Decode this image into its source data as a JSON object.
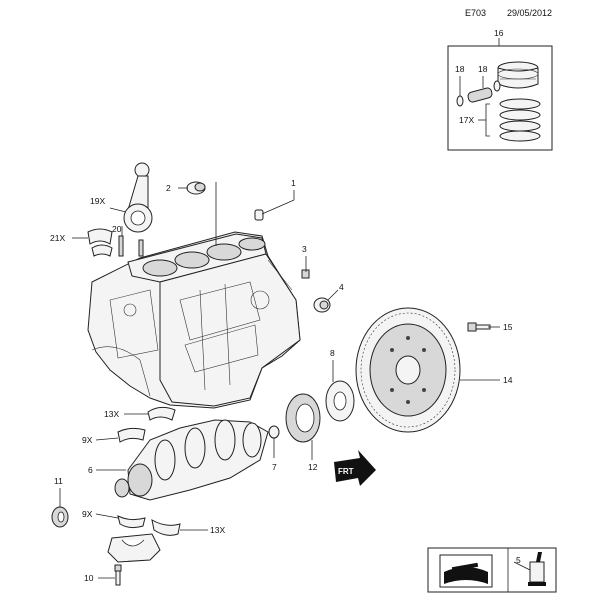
{
  "header": {
    "code": "E703",
    "date": "29/05/2012"
  },
  "callouts": {
    "c1": "1",
    "c2": "2",
    "c3": "3",
    "c4": "4",
    "c5": "5",
    "c6": "6",
    "c7": "7",
    "c8": "8",
    "c9a": "9X",
    "c9b": "9X",
    "c10": "10",
    "c11": "11",
    "c12": "12",
    "c13a": "13X",
    "c13b": "13X",
    "c14": "14",
    "c15": "15",
    "c16": "16",
    "c17": "17X",
    "c18a": "18",
    "c18b": "18",
    "c19": "19X",
    "c20": "20",
    "c21": "21X"
  },
  "front_marker": "FRT",
  "icons": {
    "manual": "manual-wrench-icon",
    "tool": "oil-can-icon"
  }
}
